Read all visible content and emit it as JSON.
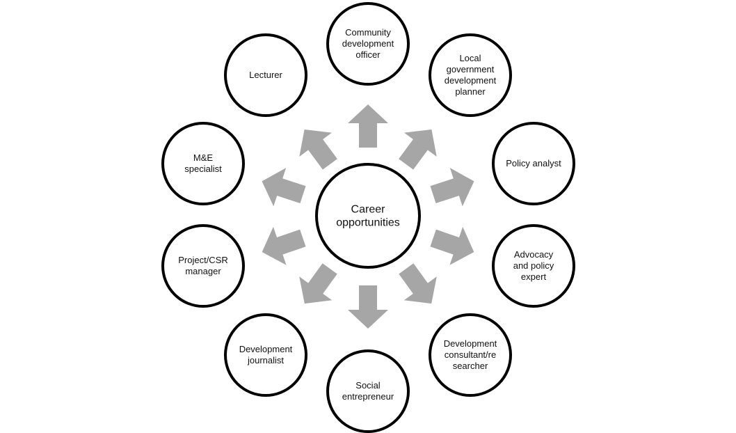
{
  "center": {
    "lines": [
      "Career",
      "opportunities"
    ]
  },
  "nodes": [
    {
      "id": "community-development-officer",
      "lines": [
        "Community",
        "development",
        "officer"
      ]
    },
    {
      "id": "local-government-development-planner",
      "lines": [
        "Local",
        "government",
        "development",
        "planner"
      ]
    },
    {
      "id": "policy-analyst",
      "lines": [
        "Policy analyst"
      ]
    },
    {
      "id": "advocacy-and-policy-expert",
      "lines": [
        "Advocacy",
        "and policy",
        "expert"
      ]
    },
    {
      "id": "development-consultant-researcher",
      "lines": [
        "Development",
        "consultant/re",
        "searcher"
      ]
    },
    {
      "id": "social-entrepreneur",
      "lines": [
        "Social",
        "entrepreneur"
      ]
    },
    {
      "id": "development-journalist",
      "lines": [
        "Development",
        "journalist"
      ]
    },
    {
      "id": "project-csr-manager",
      "lines": [
        "Project/CSR",
        "manager"
      ]
    },
    {
      "id": "me-specialist",
      "lines": [
        "M&E",
        "specialist"
      ]
    },
    {
      "id": "lecturer",
      "lines": [
        "Lecturer"
      ]
    }
  ],
  "colors": {
    "arrow": "#a6a6a6",
    "stroke": "#000000",
    "fill": "#ffffff"
  }
}
